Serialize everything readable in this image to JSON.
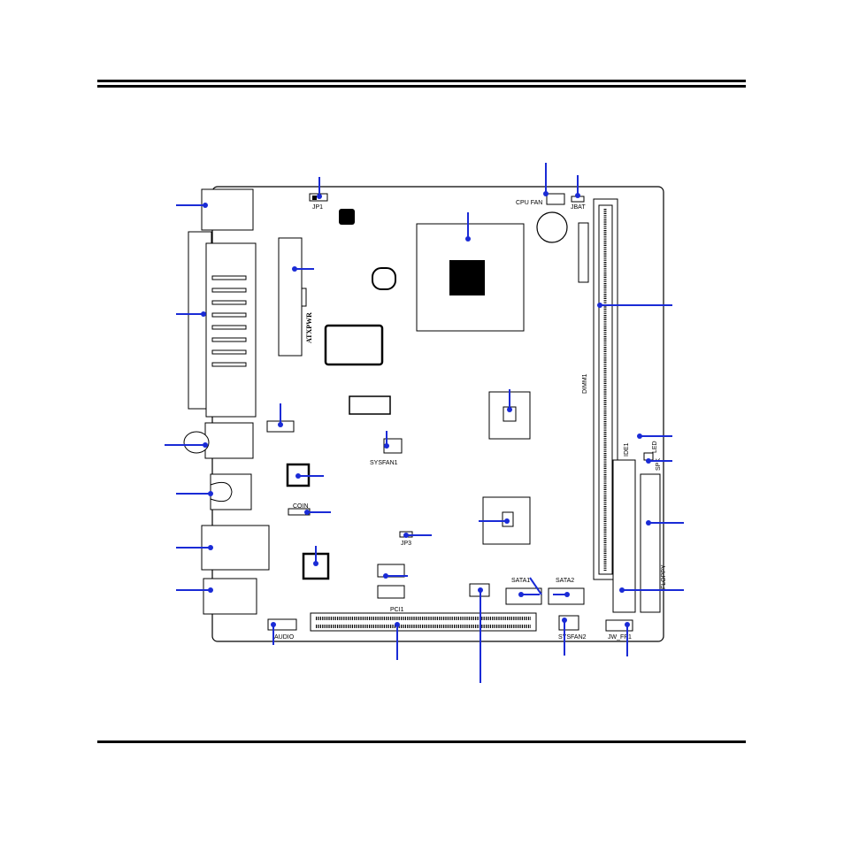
{
  "labels": {
    "jp1": "JP1",
    "cpu_fan": "CPU FAN",
    "jbat": "JBAT",
    "atxpwr": "ATXPWR",
    "dimm1": "DIMM1",
    "ide1": "IDE1",
    "sysfan1": "SYSFAN1",
    "coin": "COIN",
    "jp3": "JP3",
    "sata1": "SATA1",
    "sata2": "SATA2",
    "pci1": "PCI1",
    "audio": "AUDIO",
    "sysfan2": "SYSFAN2",
    "jw_fp1": "JW_FP1",
    "floppy": "FLOPPY",
    "spk": "SPK",
    "led": "LED"
  },
  "colors": {
    "callout": "#1a2bd6",
    "outline": "#000000"
  }
}
